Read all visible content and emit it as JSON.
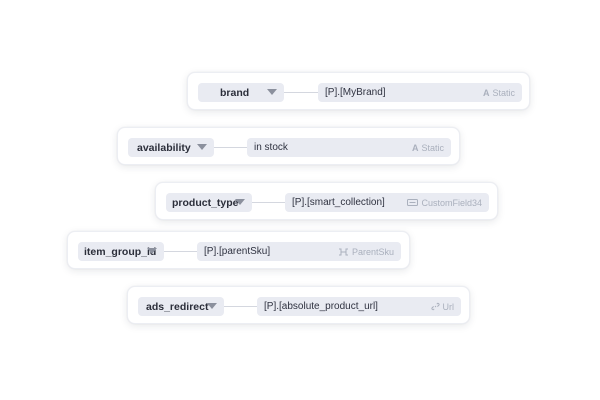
{
  "mappings": [
    {
      "field": "brand",
      "value": "[P].[MyBrand]",
      "source_icon": "text-icon",
      "source": "Static"
    },
    {
      "field": "availability",
      "value": "in stock",
      "source_icon": "text-icon",
      "source": "Static"
    },
    {
      "field": "product_type",
      "value": "[P].[smart_collection]",
      "source_icon": "custom-field-icon",
      "source": "CustomField34"
    },
    {
      "field": "item_group_id",
      "value": "[P].[parentSku]",
      "source_icon": "parent-sku-icon",
      "source": "ParentSku"
    },
    {
      "field": "ads_redirect",
      "value": "[P].[absolute_product_url]",
      "source_icon": "link-icon",
      "source": "Url"
    }
  ]
}
